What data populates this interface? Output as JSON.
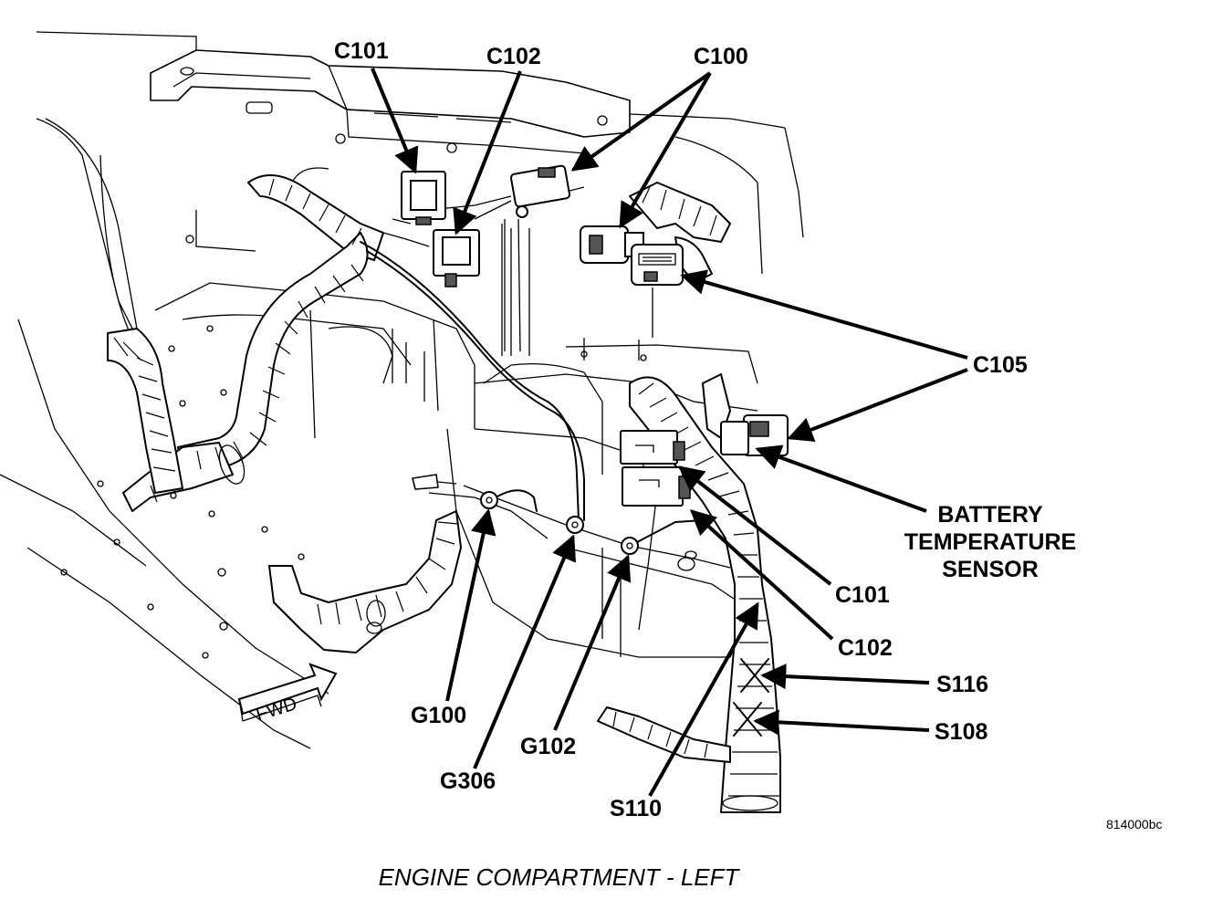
{
  "labels": {
    "c101_top": "C101",
    "c102_top": "C102",
    "c100": "C100",
    "c105": "C105",
    "battery_temp_line1": "BATTERY",
    "battery_temp_line2": "TEMPERATURE",
    "battery_temp_line3": "SENSOR",
    "c101_right": "C101",
    "c102_right": "C102",
    "s116": "S116",
    "s108": "S108",
    "s110": "S110",
    "g100": "G100",
    "g306": "G306",
    "g102": "G102",
    "fwd": "FWD"
  },
  "figure_id": "814000bc",
  "caption": "ENGINE COMPARTMENT - LEFT"
}
